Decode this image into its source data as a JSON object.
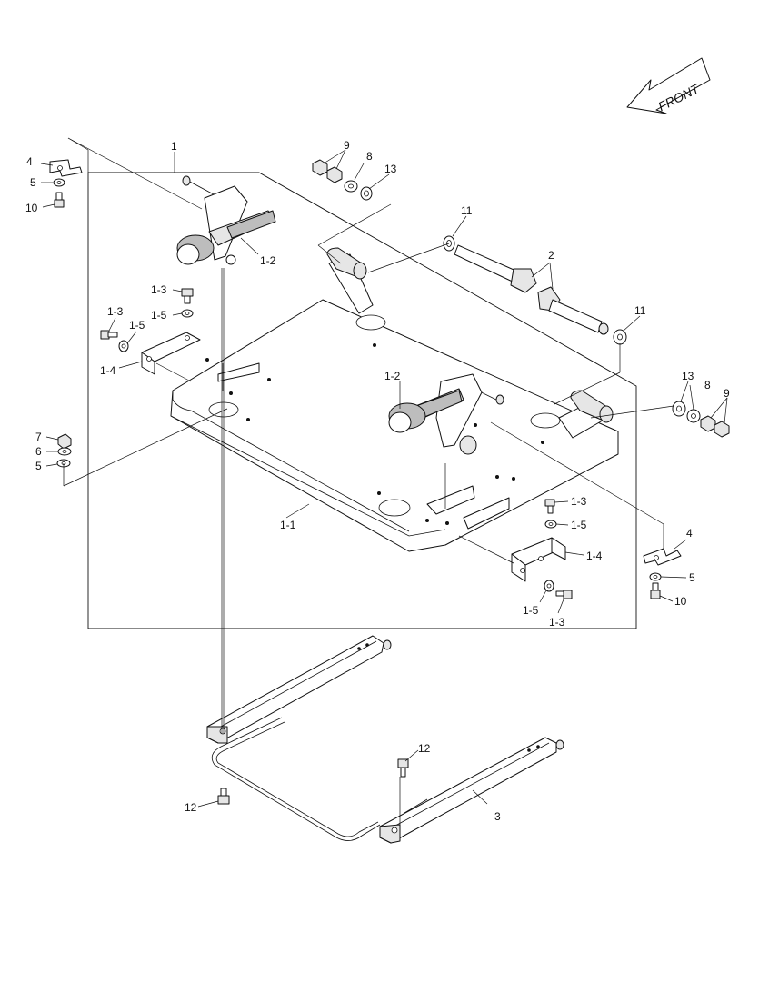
{
  "front_arrow": {
    "text": "FRONT"
  },
  "labels": {
    "l1": "1",
    "l1_1": "1-1",
    "l1_2a": "1-2",
    "l1_2b": "1-2",
    "l1_3a": "1-3",
    "l1_3b": "1-3",
    "l1_3c": "1-3",
    "l1_3d": "1-3",
    "l1_4a": "1-4",
    "l1_4b": "1-4",
    "l1_5a": "1-5",
    "l1_5b": "1-5",
    "l1_5c": "1-5",
    "l1_5d": "1-5",
    "l2": "2",
    "l3": "3",
    "l4a": "4",
    "l4b": "4",
    "l5a": "5",
    "l5b": "5",
    "l5c": "5",
    "l6": "6",
    "l7": "7",
    "l8a": "8",
    "l8b": "8",
    "l9a": "9",
    "l9b": "9",
    "l10a": "10",
    "l10b": "10",
    "l11a": "11",
    "l11b": "11",
    "l12a": "12",
    "l12b": "12",
    "l13a": "13",
    "l13b": "13"
  }
}
